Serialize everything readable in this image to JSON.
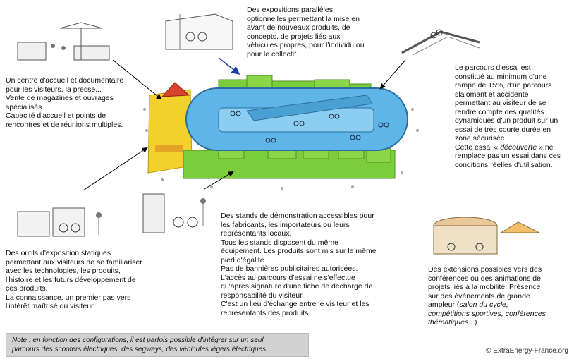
{
  "blocks": {
    "expo": "Des expositions parallèles\noptionnelles permettant la mise en\navant de nouveaux produits, de\nconcepts, de projets liés aux\nvéhicules propres, pour l'individu ou\npour le collectif.",
    "accueil": "Un centre d'accueil et documentaire\npour les visiteurs, la presse...\nVente de magazines et ouvrages\nspécialisés.\nCapacité d'accueil et points de\nrencontres et de réunions multiples.",
    "parcours": "Le parcours d'essai est\nconstitué au minimum d'une\nrampe de 15%, d'un parcours\nslalomant et accidenté\npermettant au visiteur de se\nrendre compte des qualités\ndynamiques d'un produit sur un\nessai de très courte durée en\nzone sécurisée.",
    "parcours_extra_pre": "Cette essai « ",
    "parcours_extra_em": "découverte",
    "parcours_extra_post": " » ne\nremplace pas un essai dans ces\nconditions réelles d'utilisation.",
    "stands": "Des stands de démonstration accessibles pour\nles fabricants, les importateurs ou leurs\nreprésentants locaux.\nTous les stands disposent du même\néquipement. Les produits sont mis sur le même\npied d'égalité.\nPas de bannières publicitaires autorisées.\nL'accès au parcours d'essai ne s'effectue\nqu'après signature d'une fiche de décharge de\nresponsabilité du visiteur.\nC'est un lieu d'échange entre le visiteur et les\nreprésentants des produits.",
    "outils": "Des outils d'exposition statiques\npermettant aux visiteurs de se familiariser\navec les technologies, les produits,\nl'histoire et les futurs développement de\nces produits.\nLa connaissance, un premier pas vers\nl'intérêt maîtrisé du visiteur.",
    "extensions_pre": "Des extensions possibles vers des\nconférences ou des animations de\nprojets liés à la mobilité. Présence\nsur des évènements de grande\nampleur (",
    "extensions_em": "salon du cycle,\ncompétitions sportives, conférences\nthématiques...",
    "extensions_post": ")"
  },
  "note": "Note : en fonction des configurations, il est parfois possible d'intégrer sur un seul\nparcours des scooters électriques, des segways, des véhicules légers électriques...",
  "copyright": "© ExtraEnergy-France.org",
  "colors": {
    "track_blue": "#5fb4e8",
    "stand_green": "#7ccd3c",
    "accueil_yellow": "#f2d12a",
    "accueil_red": "#d9432b"
  }
}
